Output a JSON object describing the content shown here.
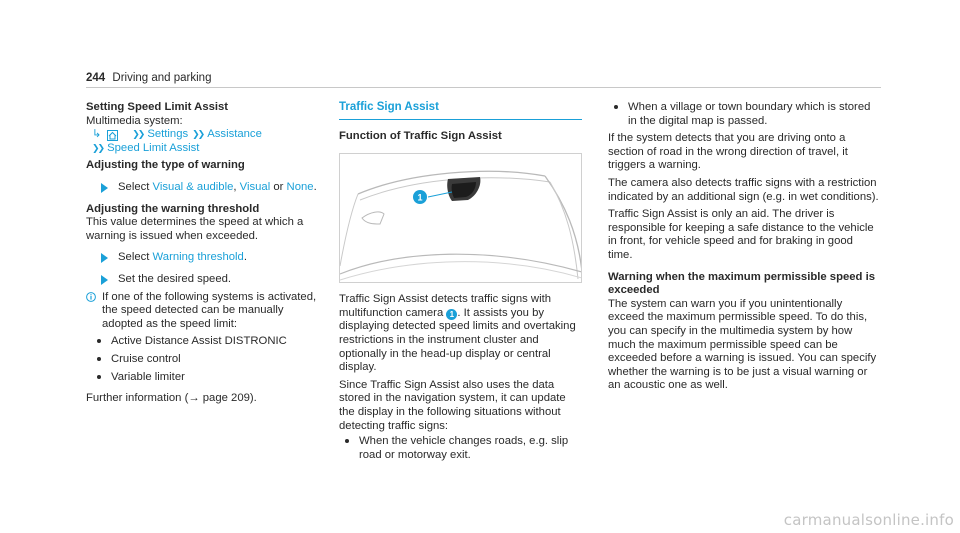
{
  "header": {
    "page_number": "244",
    "section": "Driving and parking"
  },
  "col1": {
    "title": "Setting Speed Limit Assist",
    "menu_label": "Multimedia system:",
    "menu_path": [
      "Settings",
      "Assistance",
      "Speed Limit Assist"
    ],
    "adjust_type_heading": "Adjusting the type of warning",
    "select_word": "Select",
    "option_visual_audible": "Visual & audible",
    "comma": ",",
    "option_visual": "Visual",
    "or_word": "or",
    "option_none": "None",
    "period": ".",
    "threshold_heading": "Adjusting the warning threshold",
    "threshold_desc": "This value determines the speed at which a warning is issued when exceeded.",
    "select_word_2": "Select",
    "option_threshold": "Warning threshold",
    "period_2": ".",
    "set_speed": "Set the desired speed.",
    "note_text": "If one of the following systems is activated, the speed detected can be manually adopted as the speed limit:",
    "bullet_items": [
      "Active Distance Assist DISTRONIC",
      "Cruise control",
      "Variable limiter"
    ],
    "further_info": "Further information (→ page 209)."
  },
  "col2": {
    "section_title": "Traffic Sign Assist",
    "function_heading": "Function of Traffic Sign Assist",
    "figure_badge": "1",
    "para1_a": "Traffic Sign Assist detects traffic signs with multifunction camera",
    "badge_inline": "1",
    "para1_b": ". It assists you by displaying detected speed limits and overtaking restrictions in the instrument cluster and optionally in the head-up display or central display.",
    "para2": "Since Traffic Sign Assist also uses the data stored in the navigation system, it can update the display in the following situations without detecting traffic signs:",
    "bullet_items": [
      "When the vehicle changes roads, e.g. slip road or motorway exit."
    ]
  },
  "col3": {
    "bullet_items": [
      "When a village or town boundary which is stored in the digital map is passed."
    ],
    "para1": "If the system detects that you are driving onto a section of road in the wrong direction of travel, it triggers a warning.",
    "para2": "The camera also detects traffic signs with a restriction indicated by an additional sign (e.g. in wet conditions).",
    "para3": "Traffic Sign Assist is only an aid. The driver is responsible for keeping a safe distance to the vehicle in front, for vehicle speed and for braking in good time.",
    "warning_heading": "Warning when the maximum permissible speed is exceeded",
    "para4": "The system can warn you if you unintentionally exceed the maximum permissible speed. To do this, you can specify in the multimedia system by how much the maximum permissible speed can be exceeded before a warning is issued. You can specify whether the warning is to be just a visual warning or an acoustic one as well."
  },
  "watermark": "carmanualsonline.info",
  "colors": {
    "accent": "#1aa0d8",
    "text": "#2a2a2a",
    "rule": "#c8c8c8"
  }
}
